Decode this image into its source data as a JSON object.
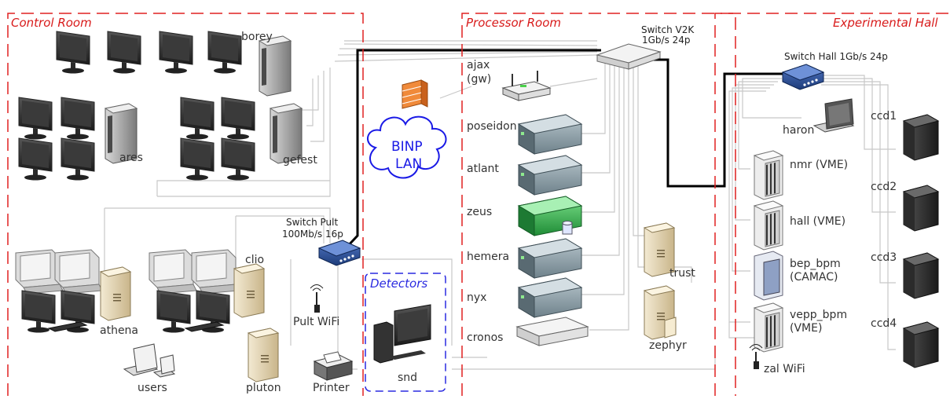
{
  "rooms": {
    "control_room": "Control Room",
    "processor_room": "Processor Room",
    "experimental_hall": "Experimental Hall",
    "detectors": "Detectors"
  },
  "colors": {
    "room_border": "#e02020",
    "room_title": "#d81a1a",
    "detectors_border": "#2a2ae0",
    "lan_cloud": "#1a1ae6",
    "backbone": "#000000",
    "cable": "#c8c8c8",
    "green_server": "#2ea84a",
    "rack_server": "#8fa3ad",
    "workstation": "#e8dcc0",
    "switch_blue": "#2a4f9a"
  },
  "switches": {
    "v2k": [
      "Switch V2K",
      "1Gb/s 24p"
    ],
    "hall": "Switch Hall 1Gb/s 24p",
    "pult": [
      "Switch Pult",
      "100Mb/s 16p"
    ]
  },
  "cloud": {
    "line1": "BINP",
    "line2": "LAN"
  },
  "hosts": {
    "borey": "borey",
    "ares": "ares",
    "gefest": "gefest",
    "athena": "athena",
    "clio": "clio",
    "pluton": "pluton",
    "users": "users",
    "printer": "Printer",
    "pult_wifi": "Pult WiFi",
    "snd": "snd",
    "ajax": [
      "ajax",
      "(gw)"
    ],
    "poseidon": "poseidon",
    "atlant": "atlant",
    "zeus": "zeus",
    "hemera": "hemera",
    "nyx": "nyx",
    "cronos": "cronos",
    "trust": "trust",
    "zephyr": "zephyr",
    "haron": "haron",
    "nmr": "nmr (VME)",
    "hall": "hall (VME)",
    "bep_bpm": [
      "bep_bpm",
      "(CAMAC)"
    ],
    "vepp_bpm": [
      "vepp_bpm",
      "(VME)"
    ],
    "zal_wifi": "zal WiFi",
    "ccd1": "ccd1",
    "ccd2": "ccd2",
    "ccd3": "ccd3",
    "ccd4": "ccd4"
  }
}
